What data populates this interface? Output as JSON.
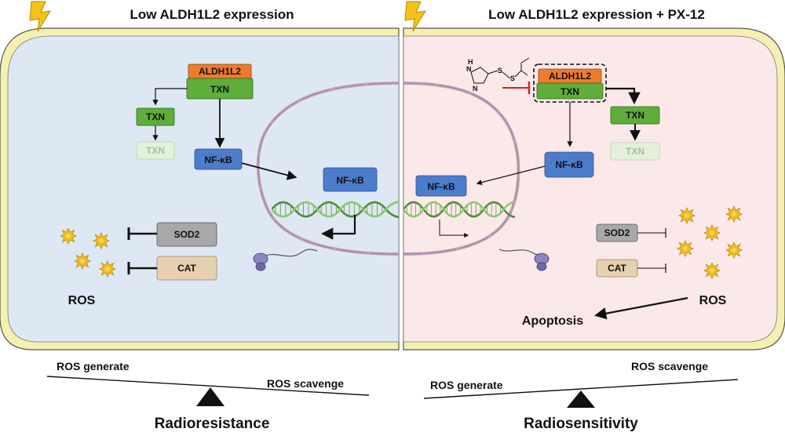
{
  "panels": {
    "left": {
      "title": "Low ALDH1L2 expression"
    },
    "right": {
      "title": "Low ALDH1L2 expression + PX-12"
    }
  },
  "boxes": {
    "aldh1l2": "ALDH1L2",
    "txn": "TXN",
    "nfkb": "NF-κB",
    "sod2": "SOD2",
    "cat": "CAT"
  },
  "labels": {
    "ros": "ROS",
    "apoptosis": "Apoptosis"
  },
  "px12_structure": {
    "nh": "H",
    "n_atom": "N",
    "n_ring": "N",
    "s1": "S",
    "s2": "S"
  },
  "balance": {
    "left": {
      "generate": "ROS generate",
      "scavenge": "ROS scavenge",
      "outcome": "Radioresistance"
    },
    "right": {
      "generate": "ROS generate",
      "scavenge": "ROS scavenge",
      "outcome": "Radiosensitivity"
    }
  },
  "colors": {
    "left_panel_bg": "#dde8f4",
    "right_panel_bg": "#fbe8e8",
    "membrane": "#f6f0b0",
    "aldh1l2": "#f07b2c",
    "txn": "#5fad3b",
    "txn_faded": "#e3f1dc",
    "nfkb": "#4e7ccc",
    "sod2": "#a8a8a8",
    "cat": "#e6d0ad",
    "inhibitor": "#d32020",
    "ros": "#f4bd1a",
    "dna": "#5f9a47",
    "nucleus": "#c3a3b9",
    "lightning": "#f5c218"
  }
}
